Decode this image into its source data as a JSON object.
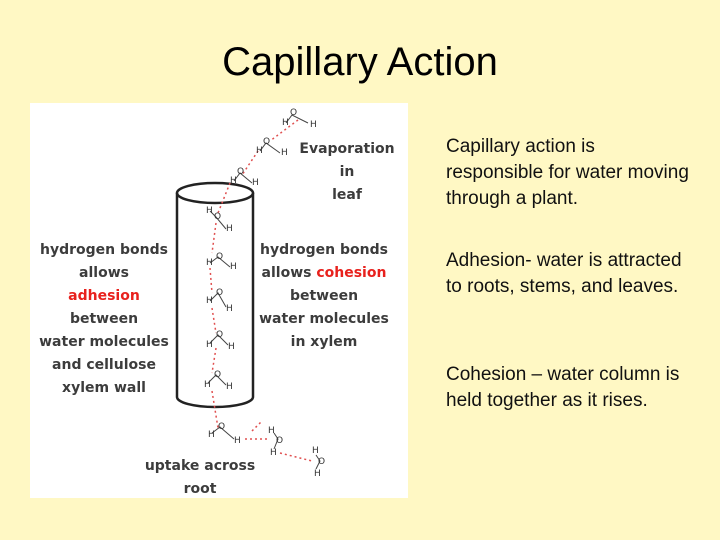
{
  "slide": {
    "title": "Capillary Action",
    "paragraphs": [
      "Capillary action is responsible for water moving through a plant.",
      "Adhesion- water is attracted to roots, stems, and leaves.",
      "Cohesion – water column is held together as it rises."
    ]
  },
  "diagram": {
    "evaporation": [
      "Evaporation",
      "in",
      "leaf"
    ],
    "left_label": {
      "line1": "hydrogen bonds",
      "line2": "allows",
      "line3": "adhesion",
      "line4": "between",
      "line5": "water molecules",
      "line6": "and cellulose",
      "line7": "xylem wall"
    },
    "right_label": {
      "line1": "hydrogen bonds",
      "line2a": "allows ",
      "line2b": "cohesion",
      "line3": "between",
      "line4": "water molecules",
      "line5": "in xylem"
    },
    "uptake": [
      "uptake across",
      "root"
    ],
    "atom_o": "O",
    "atom_h": "H"
  },
  "colors": {
    "background": "#fff8c4",
    "highlight": "#e8211d",
    "label": "#3c3c3c",
    "bond": "#e05050"
  }
}
